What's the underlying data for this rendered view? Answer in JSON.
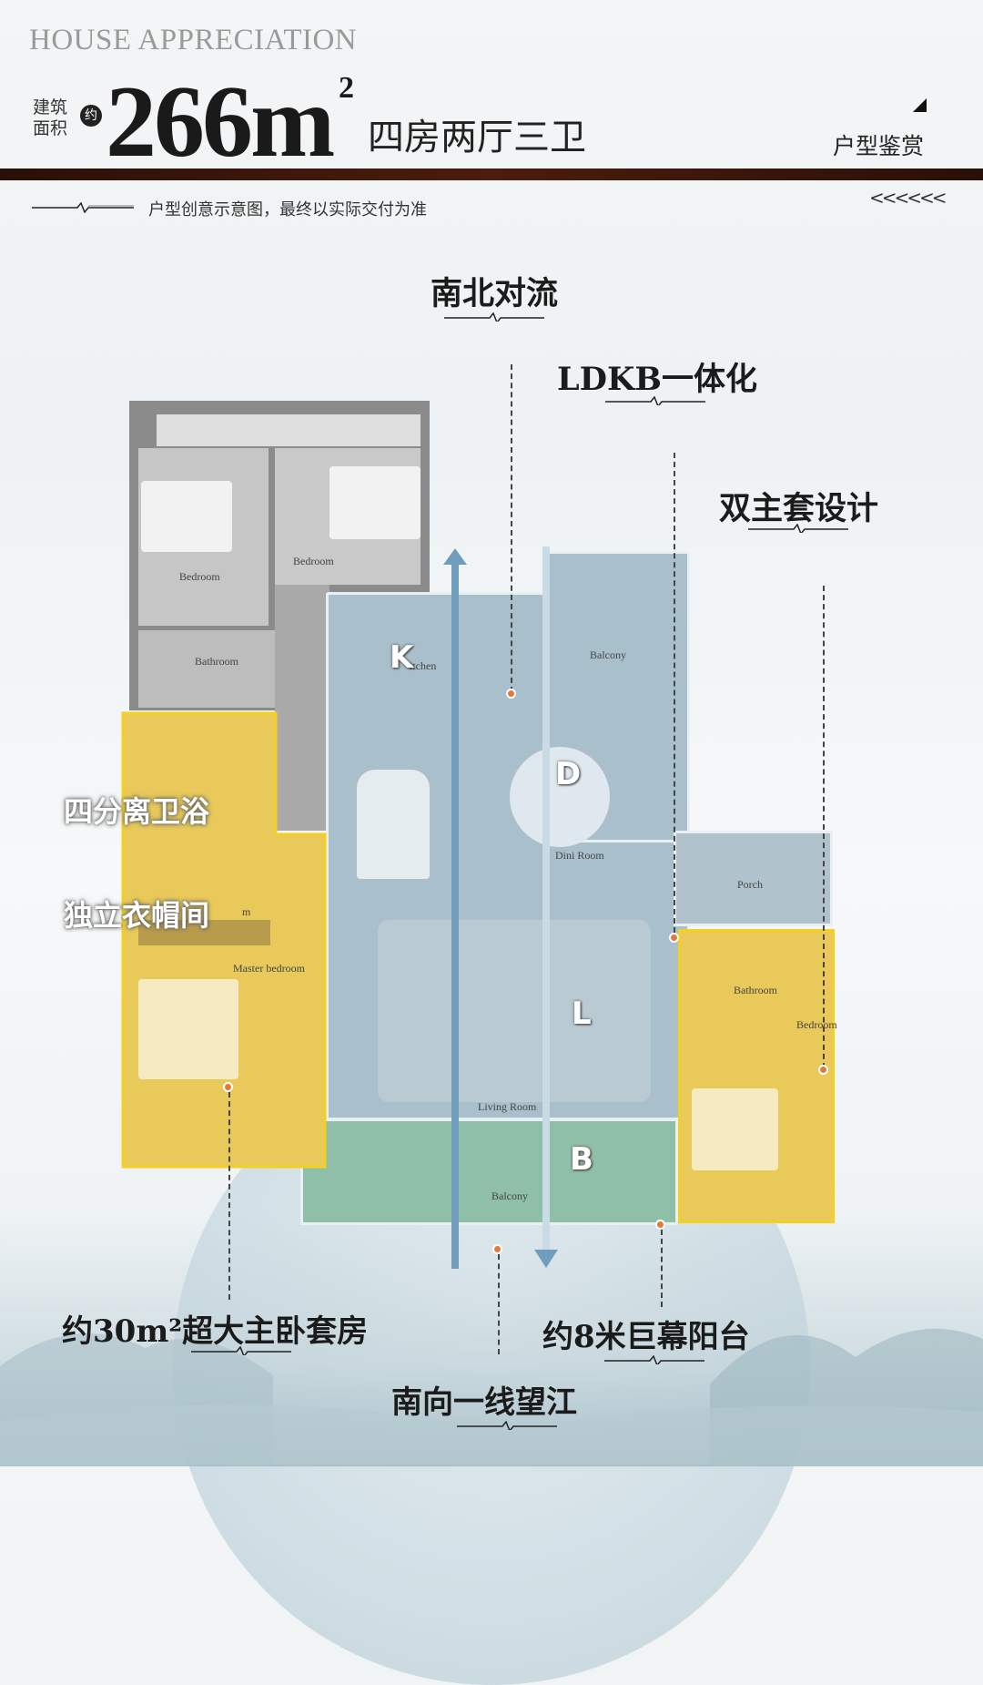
{
  "header": {
    "en_title": "HOUSE APPRECIATION",
    "area_label_1": "建筑",
    "area_label_2": "面积",
    "approx": "约",
    "area_value": "266m",
    "area_unit_sup": "2",
    "layout": "四房两厅三卫",
    "section": "户型鉴赏",
    "note": "户型创意示意图，最终以实际交付为准",
    "chevrons": "<<<<<<"
  },
  "highlights": {
    "ns": "南北对流",
    "ldkb": "LDKB一体化",
    "dual": "双主套设计",
    "bath": "四分离卫浴",
    "closet": "独立衣帽间",
    "master": "约30m²超大主卧套房",
    "balcony": "约8米巨幕阳台",
    "river": "南向一线望江"
  },
  "plan": {
    "rooms": {
      "bed1": "Bedroom",
      "bed2": "Bedroom",
      "bath1": "Bathroom",
      "kitchen": "itchen",
      "balcony_n": "Balcony",
      "dining": "Dini  Room",
      "porch": "Porch",
      "master": "Master bedroom",
      "bath2": "Bathroom",
      "bed3": "Bedroom",
      "living": "Living Room",
      "balcony_s": "Balcony",
      "m": "m"
    },
    "letters": {
      "k": "K",
      "d": "D",
      "l": "L",
      "b": "B"
    }
  },
  "colors": {
    "accent_dot": "#e07b39",
    "master_zone": "#e8c95a",
    "living_zone": "#a9bfcc",
    "balcony_zone": "#8fbfa8",
    "header_bar": "#3a150d"
  }
}
